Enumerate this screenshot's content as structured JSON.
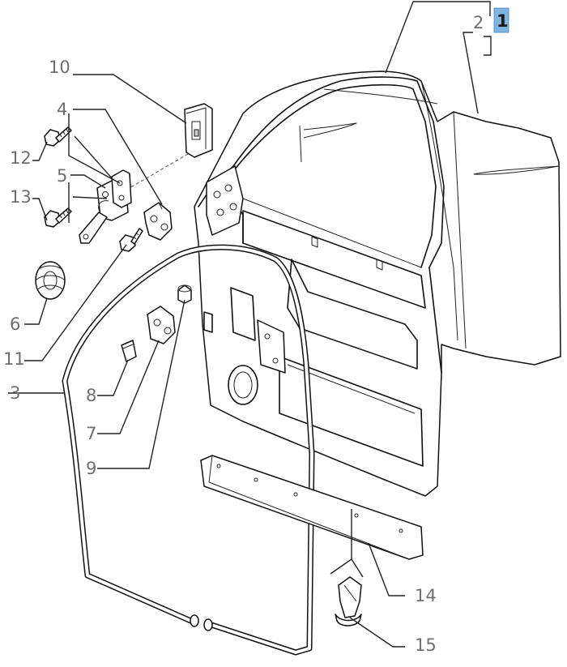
{
  "diagram": {
    "callouts": [
      {
        "id": "c1",
        "label": "1",
        "highlight": true
      },
      {
        "id": "c2",
        "label": "2"
      },
      {
        "id": "c3",
        "label": "3"
      },
      {
        "id": "c4",
        "label": "4"
      },
      {
        "id": "c5",
        "label": "5"
      },
      {
        "id": "c6",
        "label": "6"
      },
      {
        "id": "c7",
        "label": "7"
      },
      {
        "id": "c8",
        "label": "8"
      },
      {
        "id": "c9",
        "label": "9"
      },
      {
        "id": "c10",
        "label": "10"
      },
      {
        "id": "c11",
        "label": "11"
      },
      {
        "id": "c12",
        "label": "12"
      },
      {
        "id": "c13",
        "label": "13"
      },
      {
        "id": "c14",
        "label": "14"
      },
      {
        "id": "c15",
        "label": "15"
      }
    ],
    "colors": {
      "highlight_box": "#7fb3e0",
      "callout_text": "#6f6f6f",
      "line": "#111111"
    }
  }
}
